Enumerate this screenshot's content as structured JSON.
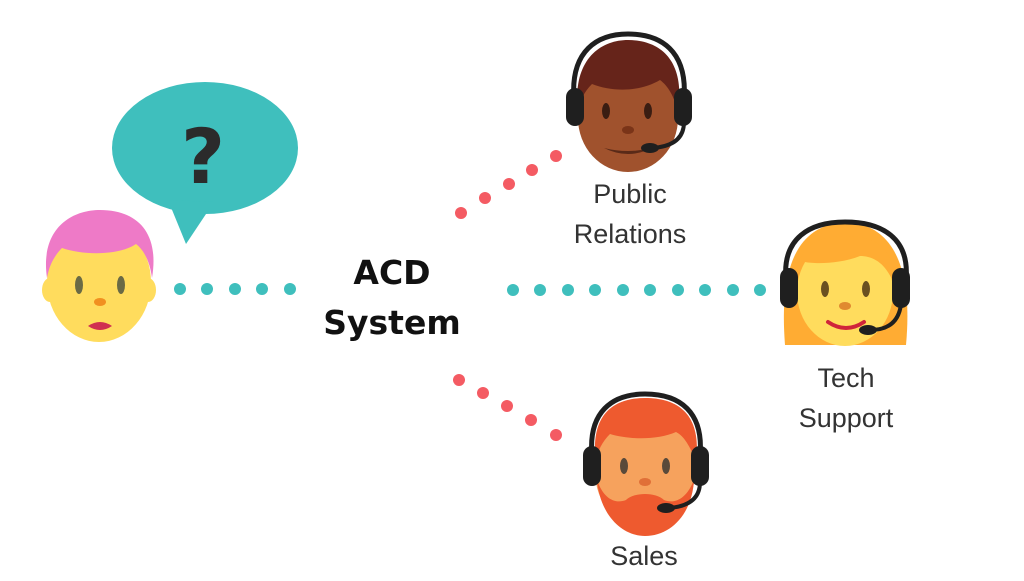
{
  "diagram": {
    "center": {
      "line1": "ACD",
      "line2": "System"
    },
    "caller": {
      "bubble_symbol": "?",
      "icon": "caller-avatar"
    },
    "agents": {
      "public_relations": {
        "line1": "Public",
        "line2": "Relations",
        "icon": "agent-headset-avatar"
      },
      "tech_support": {
        "line1": "Tech",
        "line2": "Support",
        "icon": "agent-headset-avatar"
      },
      "sales": {
        "line1": "Sales",
        "icon": "agent-headset-avatar"
      }
    }
  },
  "colors": {
    "teal": "#3fbfbd",
    "coral": "#f45b63",
    "headset": "#1f1f1f"
  }
}
